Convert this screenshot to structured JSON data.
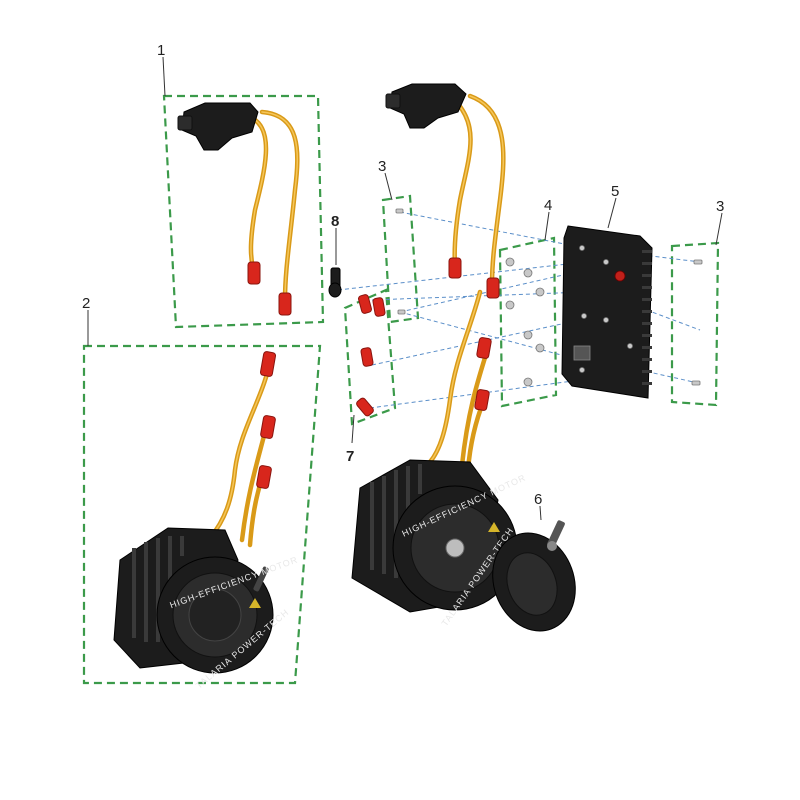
{
  "diagram": {
    "callouts": [
      {
        "id": "c1",
        "label": "1"
      },
      {
        "id": "c2",
        "label": "2"
      },
      {
        "id": "c3a",
        "label": "3"
      },
      {
        "id": "c3b",
        "label": "3"
      },
      {
        "id": "c4",
        "label": "4"
      },
      {
        "id": "c5",
        "label": "5"
      },
      {
        "id": "c6",
        "label": "6"
      },
      {
        "id": "c7",
        "label": "7"
      },
      {
        "id": "c8",
        "label": "8"
      }
    ],
    "motor_text": {
      "top": "HIGH-EFFICIENCY MOTOR",
      "bottom": "TALARIA POWER-TECH"
    },
    "colors": {
      "group_outline": "#3b9a4a",
      "cable": "#d99a18",
      "terminal": "#d8261c",
      "assembly_line": "#5b8fc9",
      "motor_body": "#1c1c1c"
    }
  }
}
